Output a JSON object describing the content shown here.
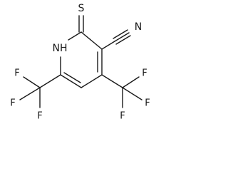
{
  "structure": {
    "atoms": {
      "S": "S",
      "N_cyano": "N",
      "NH": "NH",
      "F": "F"
    }
  }
}
